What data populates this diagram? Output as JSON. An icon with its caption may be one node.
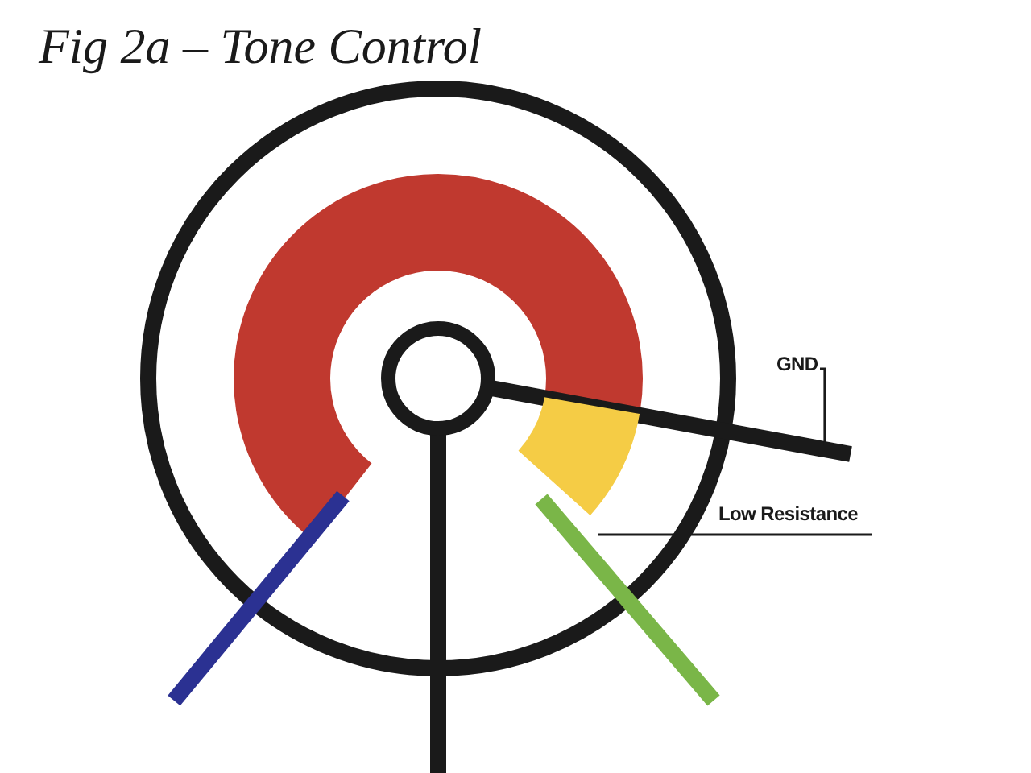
{
  "diagram": {
    "title": "Fig 2a – Tone Control",
    "nodes": [
      {
        "text": [
          "GND"
        ]
      },
      {
        "text": [],
        "shape": "bar"
      },
      {
        "text": [
          "Low Resistance"
        ]
      },
      {
        "text": [],
        "shape": "arc"
      }
    ],
    "edges": [
      {
        "from": 0,
        "to": 1,
        "arrow": "none"
      },
      {
        "from": 2,
        "to": 3,
        "arrow": "none"
      }
    ]
  }
}
